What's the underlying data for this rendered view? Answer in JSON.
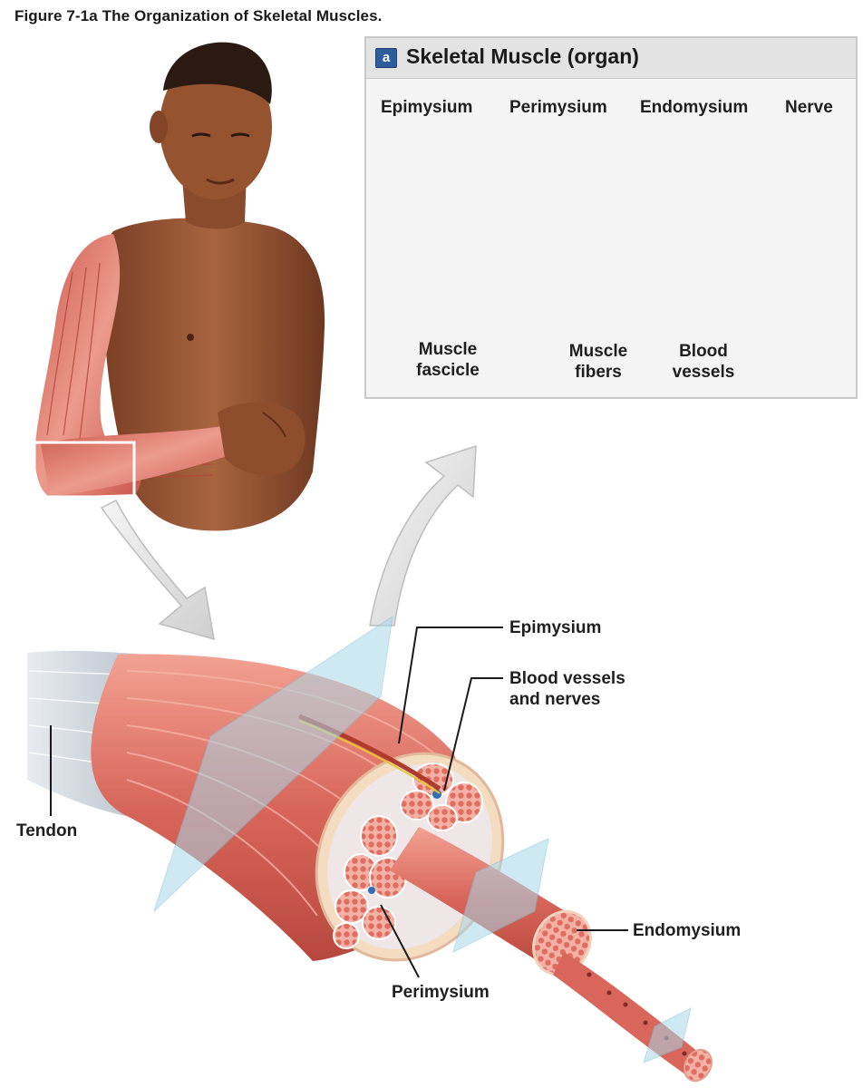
{
  "figure": {
    "title": "Figure 7-1a The Organization of Skeletal Muscles."
  },
  "panel": {
    "badge": "a",
    "title": "Skeletal Muscle (organ)",
    "labels": {
      "epimysium": "Epimysium",
      "perimysium": "Perimysium",
      "endomysium": "Endomysium",
      "nerve": "Nerve",
      "muscle_fascicle_line1": "Muscle",
      "muscle_fascicle_line2": "fascicle",
      "muscle_fibers_line1": "Muscle",
      "muscle_fibers_line2": "fibers",
      "blood_vessels_line1": "Blood",
      "blood_vessels_line2": "vessels"
    }
  },
  "bottom": {
    "labels": {
      "epimysium": "Epimysium",
      "blood_vessels_nerves_line1": "Blood vessels",
      "blood_vessels_nerves_line2": "and nerves",
      "tendon": "Tendon",
      "endomysium": "Endomysium",
      "perimysium": "Perimysium"
    }
  },
  "colors": {
    "muscle": "#d9675c",
    "muscle_light": "#f0a89a",
    "sheath": "#f3dcc0",
    "plane": "#a9d8ea",
    "vein": "#2f6fb5",
    "artery": "#c22a2a",
    "skin": "#9b5a3a"
  }
}
